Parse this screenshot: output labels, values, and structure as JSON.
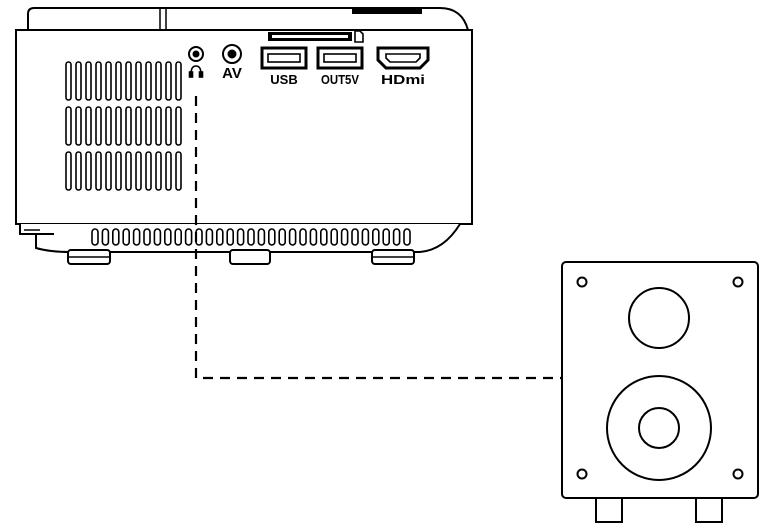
{
  "ports": {
    "av_label": "AV",
    "usb_label": "USB",
    "out5v_label": "OUT5V",
    "hdmi_label": "HDmi"
  },
  "icons": {
    "headphone": "headphone-icon",
    "sd_card": "sd-card-icon"
  },
  "colors": {
    "stroke": "#000000",
    "background": "#ffffff"
  }
}
